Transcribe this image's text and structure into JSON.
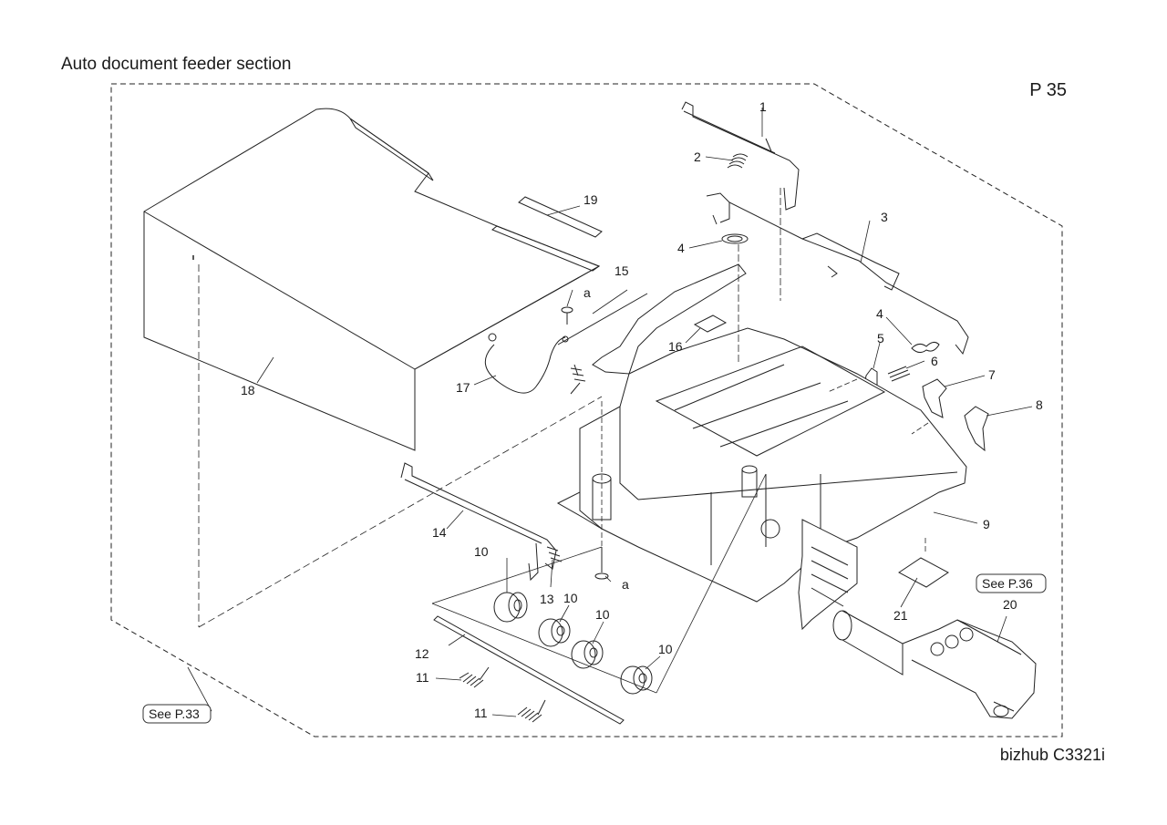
{
  "header": {
    "section_title": "Auto document feeder section",
    "page_number": "P 35"
  },
  "footer": {
    "model_name": "bizhub C3321i"
  },
  "references": {
    "see_p33": "See P.33",
    "see_p36": "See P.36"
  },
  "callouts": {
    "c1": "1",
    "c2": "2",
    "c3": "3",
    "c4a": "4",
    "c4b": "4",
    "c5": "5",
    "c6": "6",
    "c7": "7",
    "c8": "8",
    "c9": "9",
    "c10a": "10",
    "c10b": "10",
    "c10c": "10",
    "c10d": "10",
    "c11a": "11",
    "c11b": "11",
    "c12": "12",
    "c13": "13",
    "c14": "14",
    "c15": "15",
    "c16": "16",
    "c17": "17",
    "c18": "18",
    "c19": "19",
    "c20": "20",
    "c21": "21",
    "ca1": "a",
    "ca2": "a"
  }
}
